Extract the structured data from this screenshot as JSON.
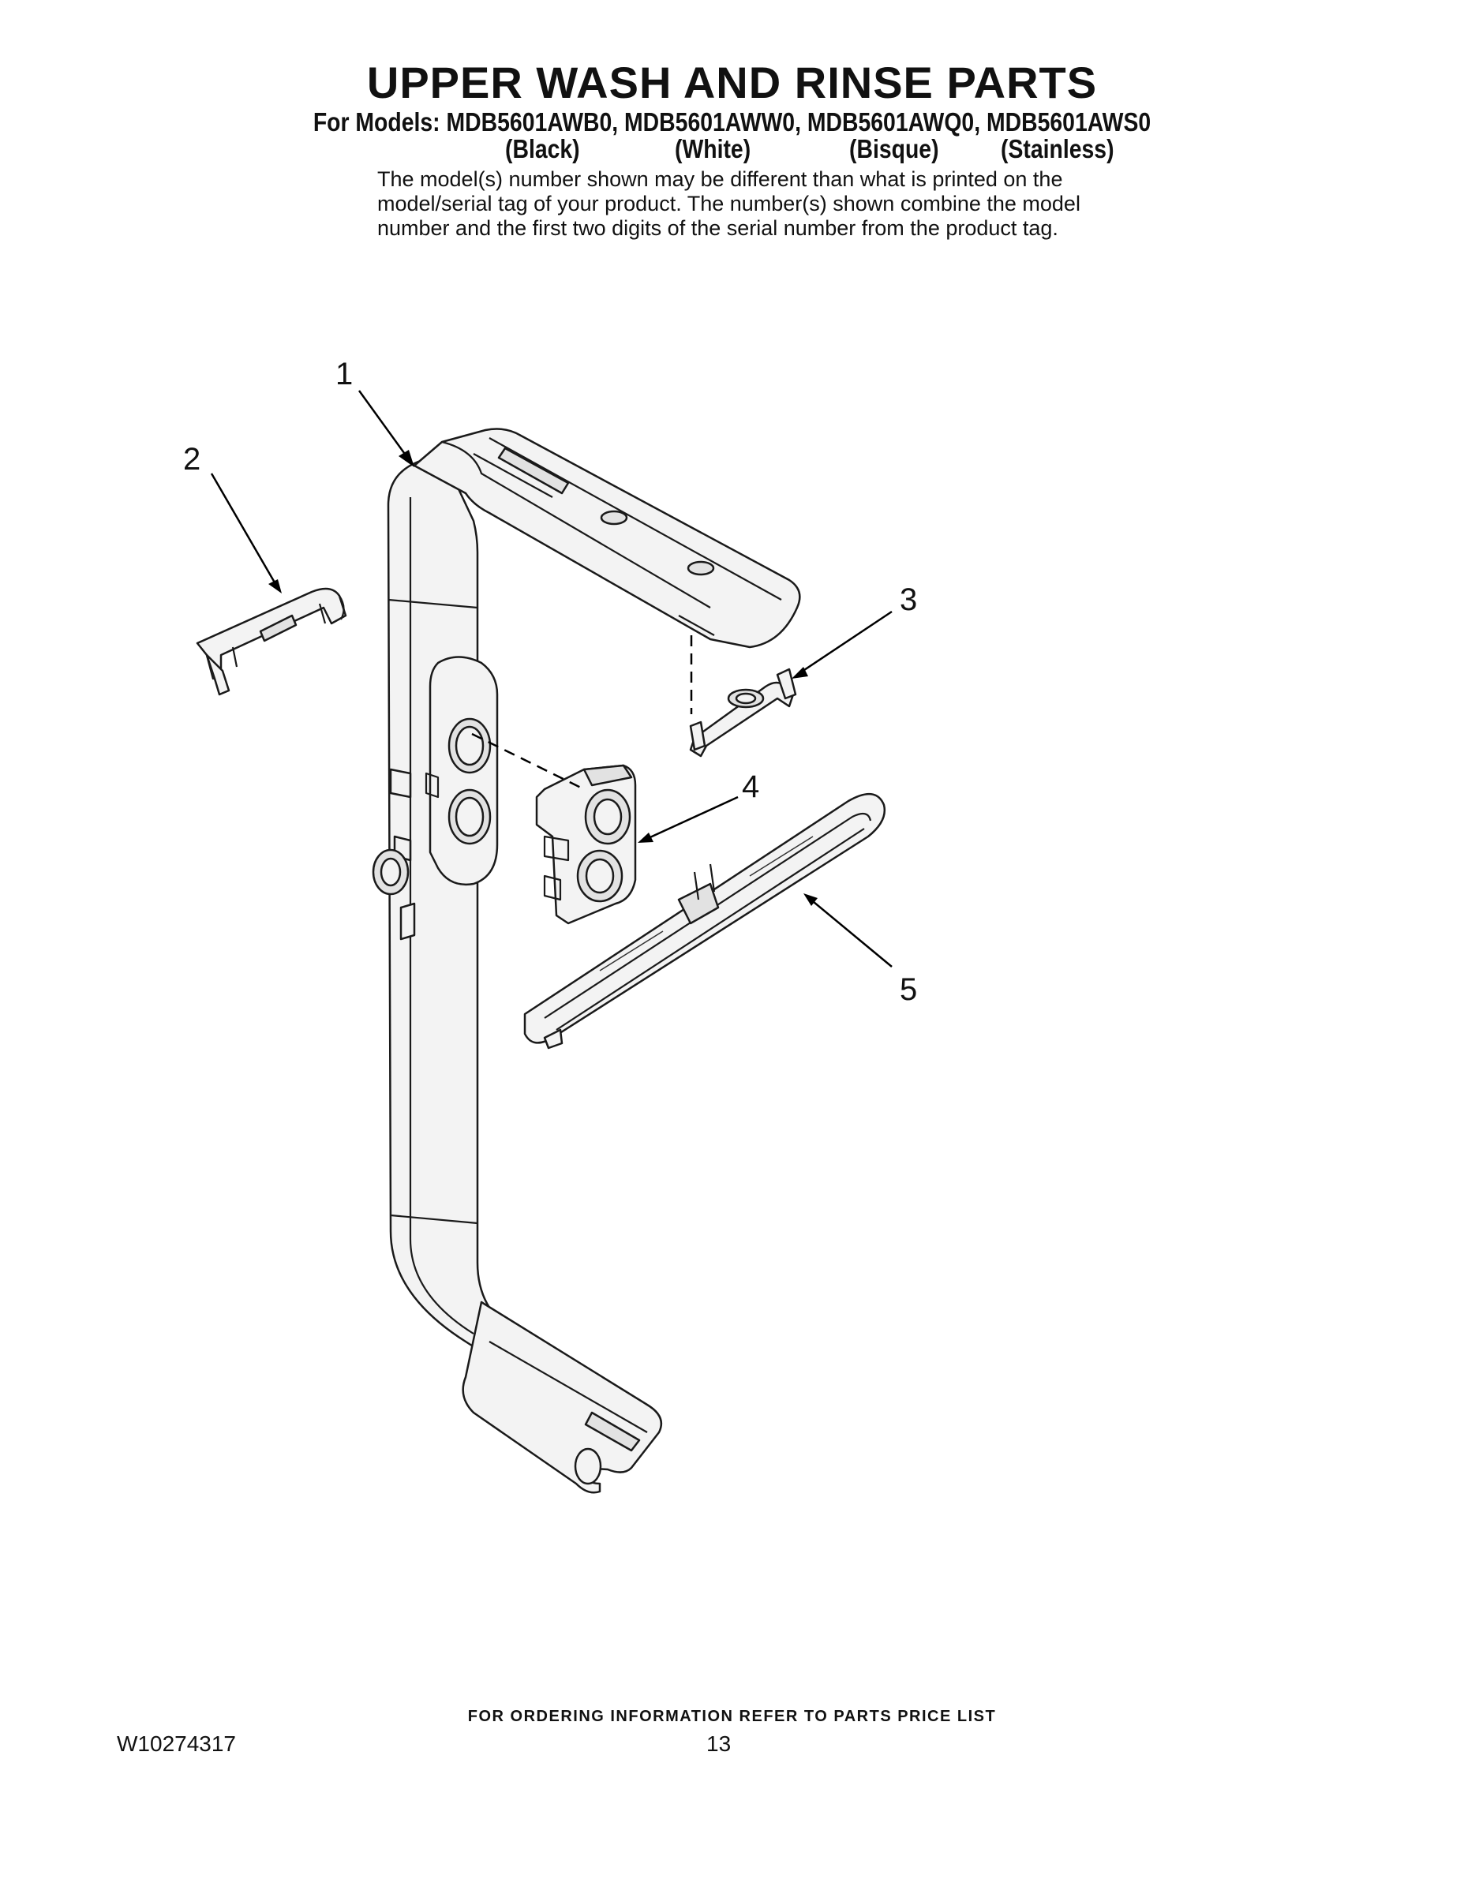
{
  "header": {
    "title": "UPPER WASH AND RINSE PARTS",
    "models_line": "For Models: MDB5601AWB0, MDB5601AWW0, MDB5601AWQ0, MDB5601AWS0",
    "colors": [
      "(Black)",
      "(White)",
      "(Bisque)",
      "(Stainless)"
    ],
    "note_lines": [
      "The model(s) number shown may be different than what is printed on the",
      "model/serial tag of your product. The number(s) shown combine the model",
      "number and the first two digits of the serial number from the product tag."
    ]
  },
  "callouts": [
    "1",
    "2",
    "3",
    "4",
    "5"
  ],
  "footer": {
    "ordering": "FOR ORDERING INFORMATION REFER TO PARTS PRICE LIST",
    "doc_number": "W10274317",
    "page_number": "13"
  }
}
